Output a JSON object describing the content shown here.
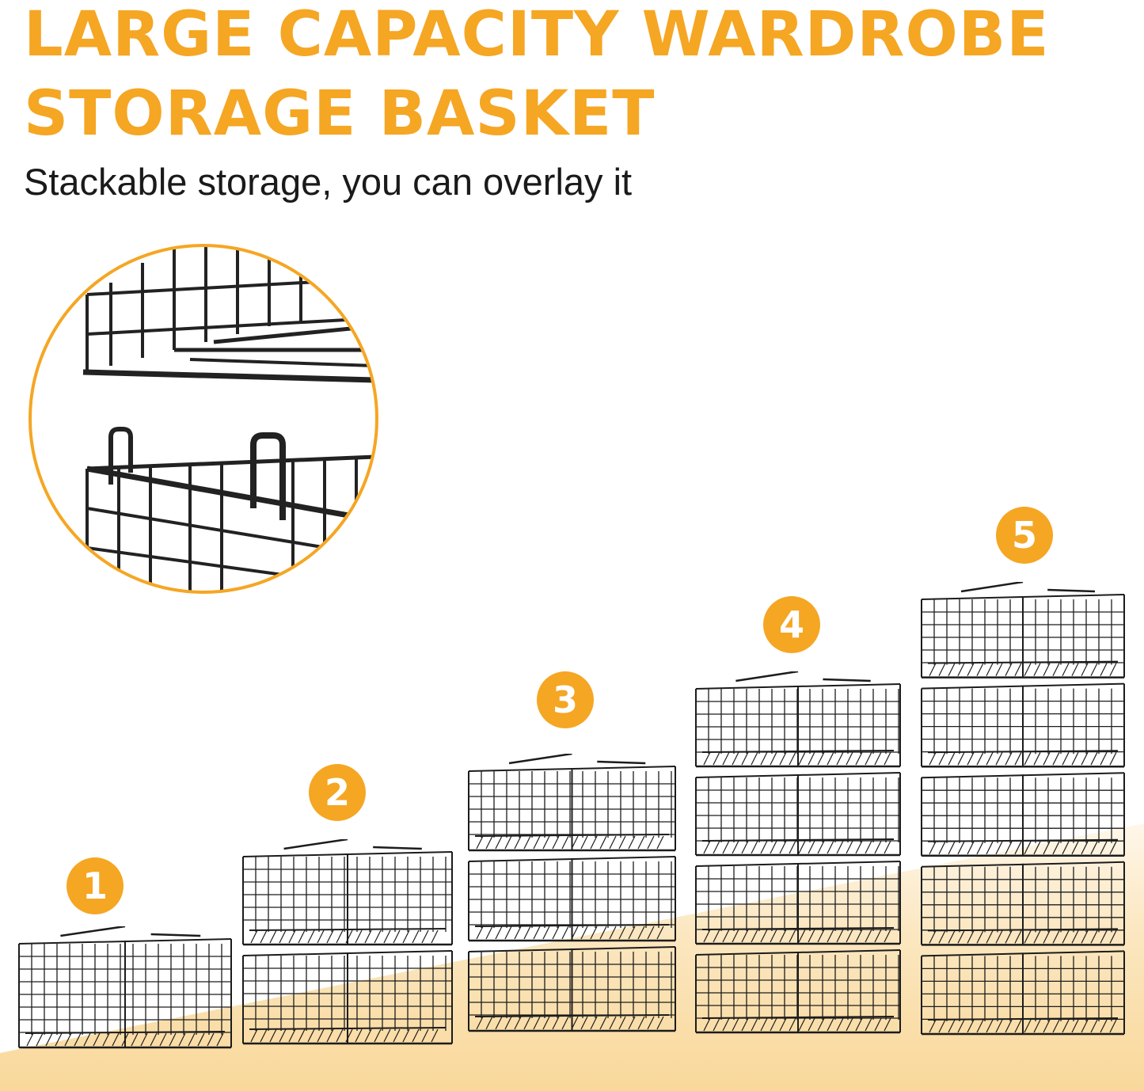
{
  "title_line1": "LARGE CAPACITY WARDROBE",
  "title_line2": "STORAGE BASKET",
  "subtitle": "Stackable storage, you can overlay it",
  "accent_color": "#F5A623",
  "stacks": [
    {
      "label": "1",
      "baskets": 1
    },
    {
      "label": "2",
      "baskets": 2
    },
    {
      "label": "3",
      "baskets": 3
    },
    {
      "label": "4",
      "baskets": 4
    },
    {
      "label": "5",
      "baskets": 5
    }
  ]
}
